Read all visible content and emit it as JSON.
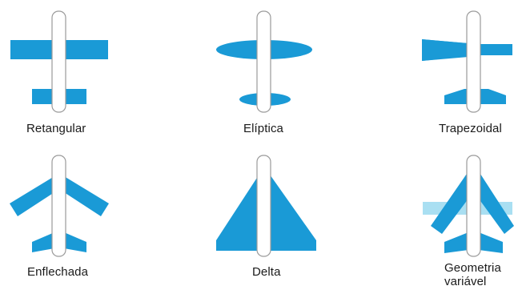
{
  "figure": {
    "wing_color": "#1a9ad6",
    "wing_color_light": "#a9dff2",
    "fuselage_fill": "#ffffff",
    "fuselage_stroke": "#9a9a9a",
    "label_color": "#1a1a1a"
  },
  "planforms": [
    {
      "id": "retangular",
      "label": "Retangular"
    },
    {
      "id": "eliptica",
      "label": "Elíptica"
    },
    {
      "id": "trapezoidal",
      "label": "Trapezoidal"
    },
    {
      "id": "enflechada",
      "label": "Enflechada"
    },
    {
      "id": "delta",
      "label": "Delta"
    },
    {
      "id": "geometria-variavel",
      "label_line1": "Geometria",
      "label_line2": "variável"
    }
  ]
}
